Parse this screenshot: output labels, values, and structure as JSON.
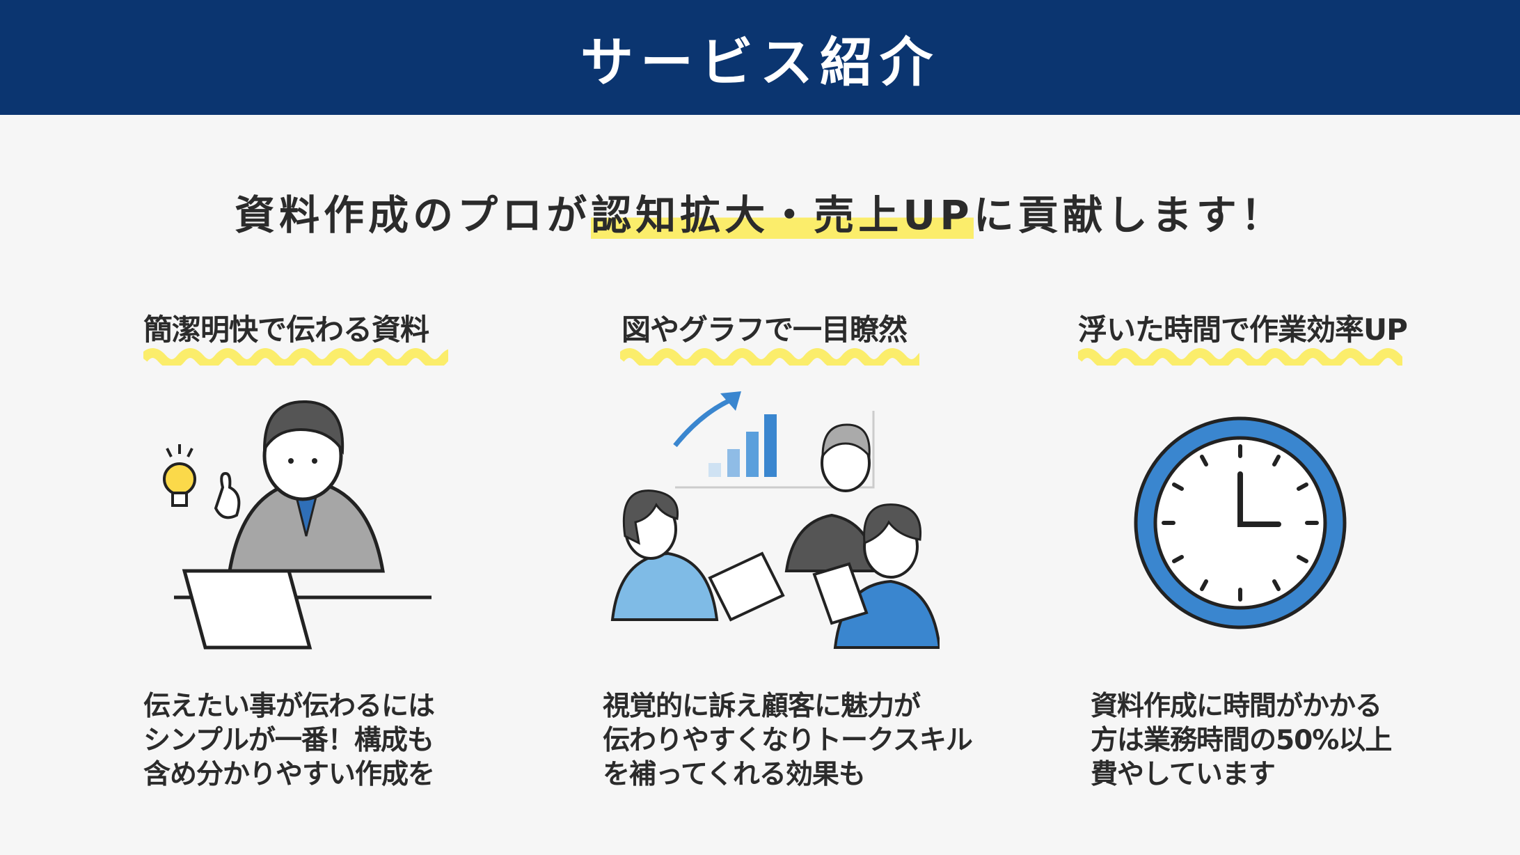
{
  "header": {
    "title": "サービス紹介"
  },
  "tagline": {
    "pre": "資料作成のプロが",
    "highlight": "認知拡大・売上UP",
    "post": "に貢献します！"
  },
  "columns": [
    {
      "heading": "簡潔明快で伝わる資料",
      "lines": [
        "伝えたい事が伝わるには",
        "シンプルが一番！構成も",
        "含め分かりやすい作成を"
      ]
    },
    {
      "heading": "図やグラフで一目瞭然",
      "lines": [
        "視覚的に訴え顧客に魅力が",
        "伝わりやすくなりトークスキル",
        "を補ってくれる効果も"
      ]
    },
    {
      "heading": "浮いた時間で作業効率UP",
      "lines": [
        "資料作成に時間がかかる",
        "方は業務時間の50%以上",
        "費やしています"
      ]
    }
  ],
  "colors": {
    "navy": "#0b3570",
    "highlight": "#fbed6b",
    "accent_blue": "#3a86cf"
  }
}
